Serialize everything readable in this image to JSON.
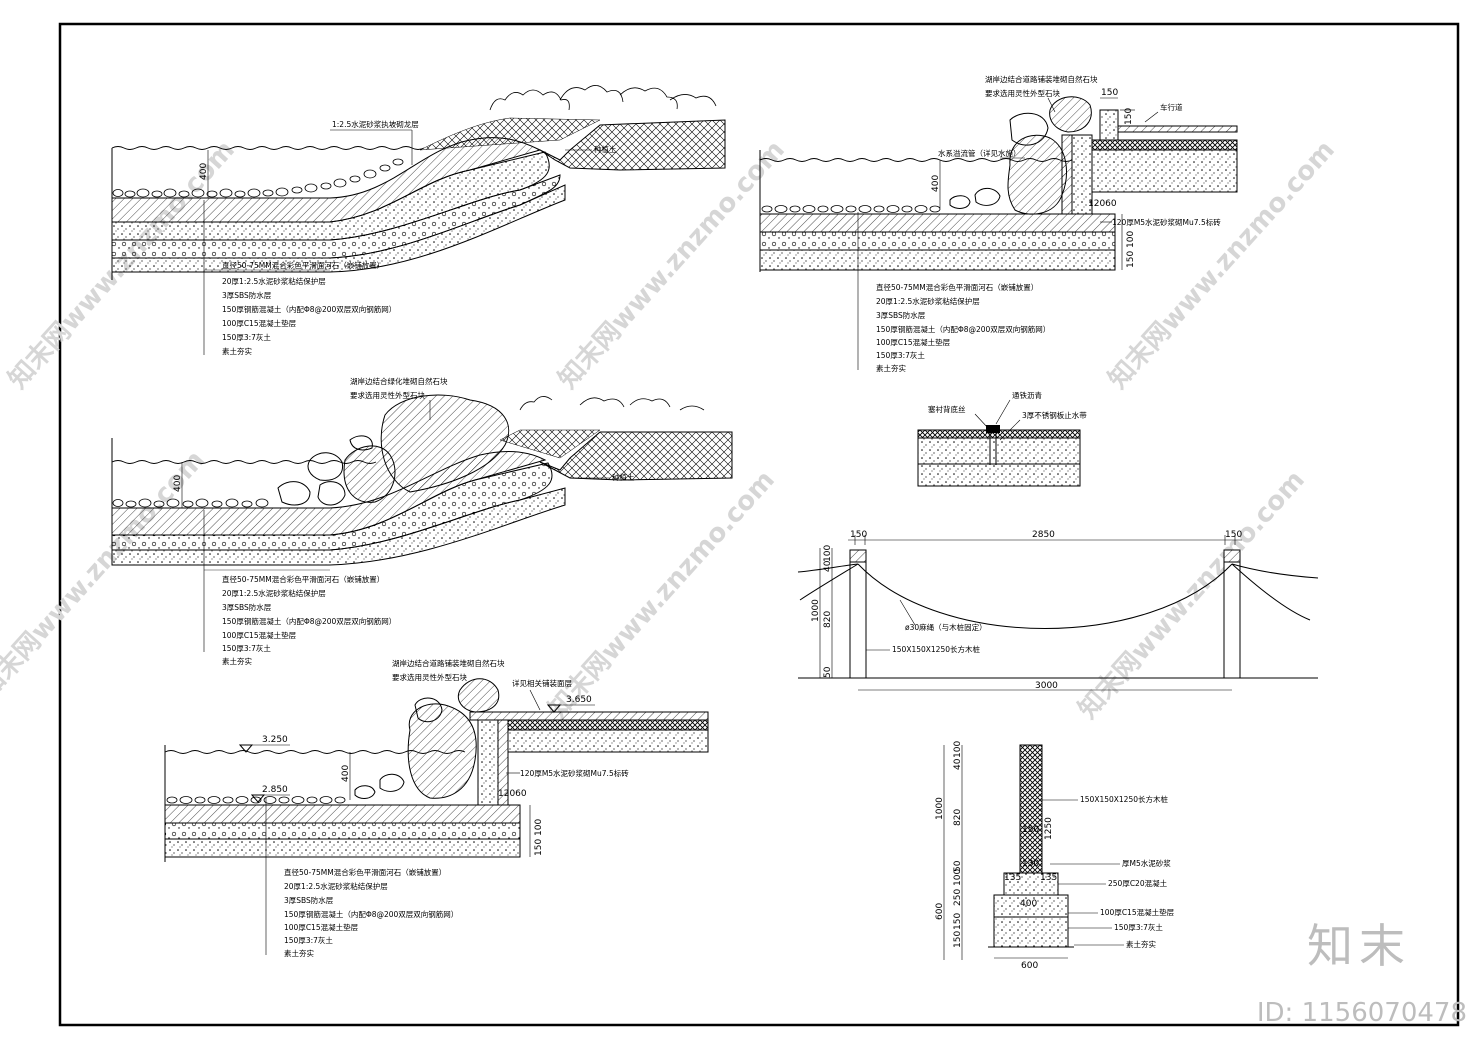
{
  "watermark": {
    "text": "知末网www.znzmo.com",
    "brand": "知末",
    "id": "ID: 1156070478"
  },
  "section1": {
    "top_note": "1:2.5水泥砂浆执坡砌龙层",
    "soil": "种植土",
    "water_depth": "400",
    "layers": [
      "直径50-75MM混合彩色平滑面河石（嵌铺放置）",
      "20厚1:2.5水泥砂浆粘结保护层",
      "3厚SBS防水层",
      "150厚钢筋混凝土（内配Φ8@200双层双向钢筋网）",
      "100厚C15混凝土垫层",
      "150厚3:7灰土",
      "素土夯实"
    ]
  },
  "section2": {
    "rock_note1": "湖岸边结合绿化堆砌自然石块",
    "rock_note2": "要求选用灵性外型石块",
    "soil": "种植土",
    "water_depth": "400",
    "layers": [
      "直径50-75MM混合彩色平滑面河石（嵌铺放置）",
      "20厚1:2.5水泥砂浆粘结保护层",
      "3厚SBS防水层",
      "150厚钢筋混凝土（内配Φ8@200双层双向钢筋网）",
      "100厚C15混凝土垫层",
      "150厚3:7灰土",
      "素土夯实"
    ]
  },
  "section3": {
    "rock_note1": "湖岸边结合道路铺装堆砌自然石块",
    "rock_note2": "要求选用灵性外型石块",
    "paving_note": "详见相关铺装面层",
    "elev_top": "3.650",
    "elev_water": "3.250",
    "elev_bottom": "2.850",
    "water_depth": "400",
    "wall_note": "120厚M5水泥砂浆砌Mu7.5标砖",
    "dim_wall": "12060",
    "dim_side1": "150",
    "dim_side2": "100",
    "layers": [
      "直径50-75MM混合彩色平滑面河石（嵌铺放置）",
      "20厚1:2.5水泥砂浆粘结保护层",
      "3厚SBS防水层",
      "150厚钢筋混凝土（内配Φ8@200双层双向钢筋网）",
      "100厚C15混凝土垫层",
      "150厚3:7灰土",
      "素土夯实"
    ]
  },
  "section4": {
    "rock_note1": "湖岸边结合道路铺装堆砌自然石块",
    "rock_note2": "要求选用灵性外型石块",
    "pipe_note": "水系溢流管（详见水施）",
    "curb_label": "车行道",
    "dim_curb": "150",
    "dim_curb_h": "150",
    "water_depth": "400",
    "wall_note": "120厚M5水泥砂浆砌Mu7.5标砖",
    "dim_wall": "12060",
    "dim_side1": "150",
    "dim_side2": "100",
    "layers": [
      "直径50-75MM混合彩色平滑面河石（嵌铺放置）",
      "20厚1:2.5水泥砂浆粘结保护层",
      "3厚SBS防水层",
      "150厚钢筋混凝土（内配Φ8@200双层双向钢筋网）",
      "100厚C15混凝土垫层",
      "150厚3:7灰土",
      "素土夯实"
    ]
  },
  "detail_joint": {
    "label_left": "塞衬背底丝",
    "label_top": "通铁沥青",
    "label_right": "3厚不锈钢板止水带"
  },
  "fence_elev": {
    "top_dim_left": "150",
    "top_dim_mid": "2850",
    "top_dim_right": "150",
    "bottom_dim": "3000",
    "h_total": "1000",
    "h_820": "820",
    "h_100": "100",
    "h_40": "40",
    "h_50": "50",
    "rope_note": "ø30麻绳（与木桩固定）",
    "post_note": "150X150X1250长方木桩"
  },
  "post_section": {
    "post_note": "150X150X1250长方木桩",
    "dims_left": [
      "100",
      "40",
      "1000",
      "820",
      "50",
      "100",
      "250",
      "600",
      "150",
      "150"
    ],
    "dims_right": [
      "150",
      "1250",
      "130"
    ],
    "base_dims": [
      "135",
      "135",
      "400"
    ],
    "bottom_dim": "600",
    "layers": [
      "厚M5水泥砂浆",
      "250厚C20混凝土",
      "100厚C15混凝土垫层",
      "150厚3:7灰土",
      "素土夯实"
    ]
  }
}
